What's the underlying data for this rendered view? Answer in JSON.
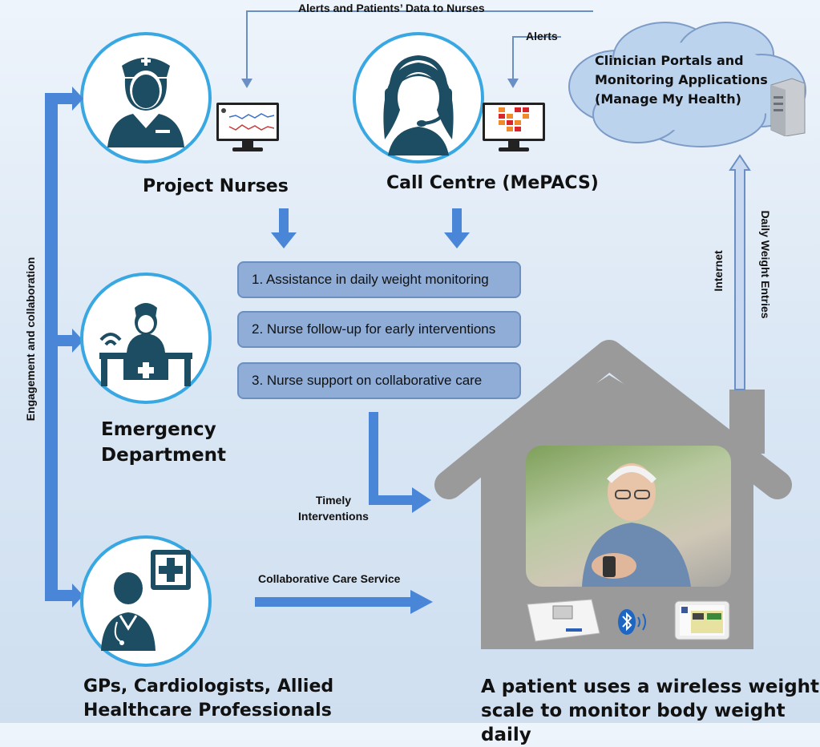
{
  "top_feedback_label": "Alerts and Patients’ Data to Nurses",
  "alerts_label": "Alerts",
  "cloud_text": [
    "Clinician Portals and",
    "Monitoring  Applications",
    "(Manage My Health)"
  ],
  "project_nurses_label": "Project Nurses",
  "call_centre_label": "Call Centre (MePACS)",
  "steps": [
    "1. Assistance in daily weight monitoring",
    "2. Nurse follow-up for early interventions",
    "3. Nurse support on collaborative care"
  ],
  "engagement_label": "Engagement and collaboration",
  "emergency_label": [
    "Emergency",
    "Department"
  ],
  "gp_label": [
    "GPs, Cardiologists, Allied",
    "Healthcare Professionals"
  ],
  "timely_label": [
    "Timely",
    "Interventions"
  ],
  "collab_label": "Collaborative Care Service",
  "internet_label": "Internet",
  "daily_entries_label": "Daily Weight Entries",
  "patient_label": [
    "A patient uses a wireless weight",
    "scale to monitor body weight daily"
  ],
  "colors": {
    "arrow": "#4a86d8",
    "circle_border": "#39a8e2",
    "icon_dark": "#1d4d63",
    "house": "#9a9a9a",
    "step_fill": "#8fadd6"
  }
}
